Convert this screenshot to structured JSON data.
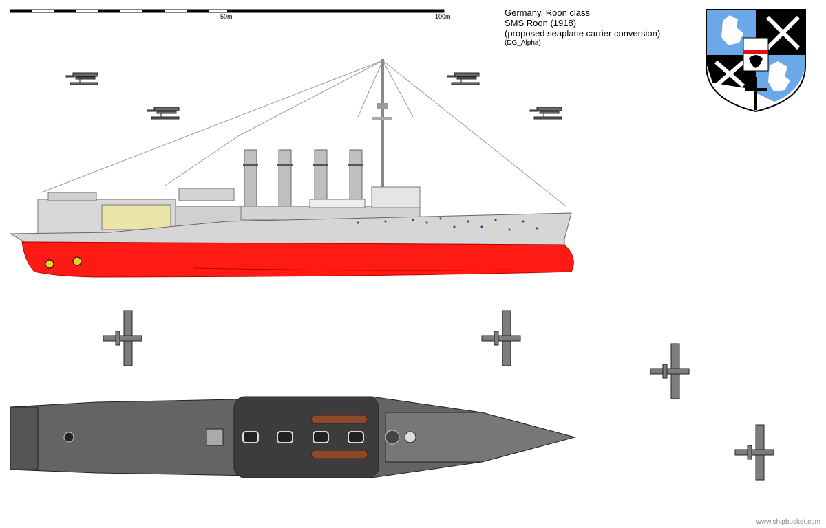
{
  "header": {
    "country_class": "Germany, Roon class",
    "ship_name": "SMS Roon (1918)",
    "conversion": "(proposed seaplane carrier conversion)",
    "author": "(DG_Alpha)"
  },
  "scale_bar": {
    "label_50": "50m",
    "label_100": "100m"
  },
  "footer": {
    "watermark": "www.shipbucket.com"
  },
  "colors": {
    "hull_red": "#ff1a14",
    "hull_grey": "#d6d6d6",
    "deck_grey": "#646464",
    "deck_dark": "#3c3c3c",
    "hangar_yellow": "#ece3a8",
    "boat_brown": "#8a4a2a",
    "coat_blue": "#6aa8e8",
    "propeller_yellow": "#e8d020"
  },
  "icons": {
    "coat_of_arms": "coat-of-arms-icon",
    "seaplane": "seaplane-icon",
    "iron_cross": "iron-cross-icon"
  }
}
